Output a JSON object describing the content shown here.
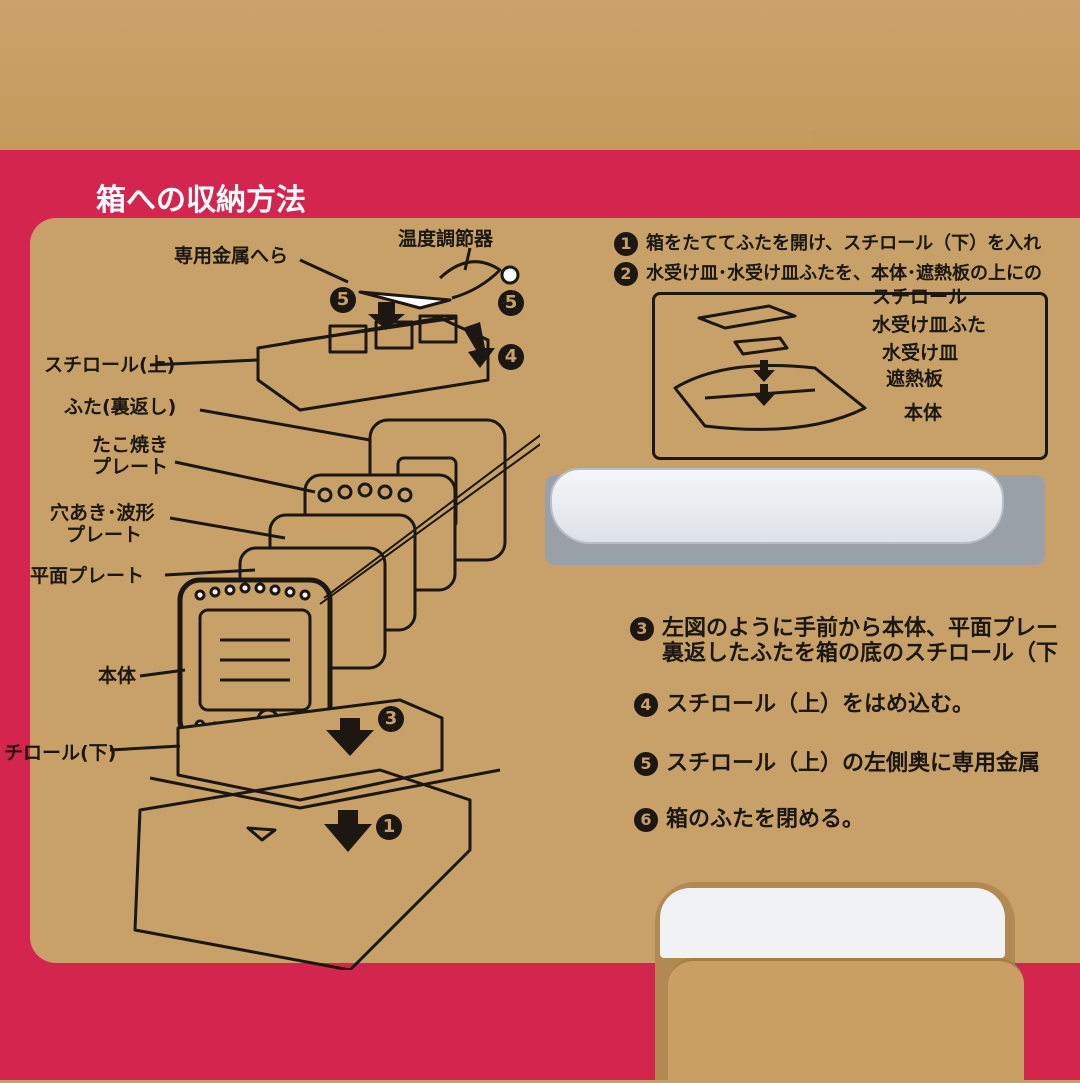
{
  "photo": {
    "colors": {
      "cardboard": "#c99f64",
      "cardboard_dark": "#b48848",
      "magenta": "#d4254f",
      "panel": "#c7a168",
      "ink": "#1c1710",
      "white": "#ffffff",
      "handle": "#e6eaf0",
      "foam": "#f1f2f4"
    },
    "title": "箱への収納方法",
    "diagram_labels": {
      "spatula": "専用金属へら",
      "thermostat": "温度調節器",
      "foam_top": "スチロール(上)",
      "lid_upside_down": "ふた(裏返し)",
      "takoyaki_plate_1": "たこ焼き",
      "takoyaki_plate_2": "プレート",
      "perforated_plate_1": "穴あき･波形",
      "perforated_plate_2": "プレート",
      "flat_plate": "平面プレート",
      "main_body": "本体",
      "foam_bottom": "チロール(下)",
      "arrow_nums": [
        "5",
        "5",
        "4",
        "3",
        "1"
      ]
    },
    "inset_labels": {
      "foam": "スチロール",
      "tray_lid": "水受け皿ふた",
      "tray": "水受け皿",
      "heat_shield": "遮熱板",
      "main_body": "本体"
    },
    "steps": [
      {
        "num": "1",
        "text": "箱をたててふたを開け、スチロール（下）を入れ"
      },
      {
        "num": "2",
        "text": "水受け皿･水受け皿ふたを、本体･遮熱板の上にの"
      },
      {
        "num": "3",
        "text": "左図のように手前から本体、平面プレー"
      },
      {
        "num": "",
        "text": "裏返したふたを箱の底のスチロール（下"
      },
      {
        "num": "4",
        "text": "スチロール（上）をはめ込む。"
      },
      {
        "num": "5",
        "text": "スチロール（上）の左側奥に専用金属"
      },
      {
        "num": "6",
        "text": "箱のふたを閉める。"
      }
    ]
  }
}
